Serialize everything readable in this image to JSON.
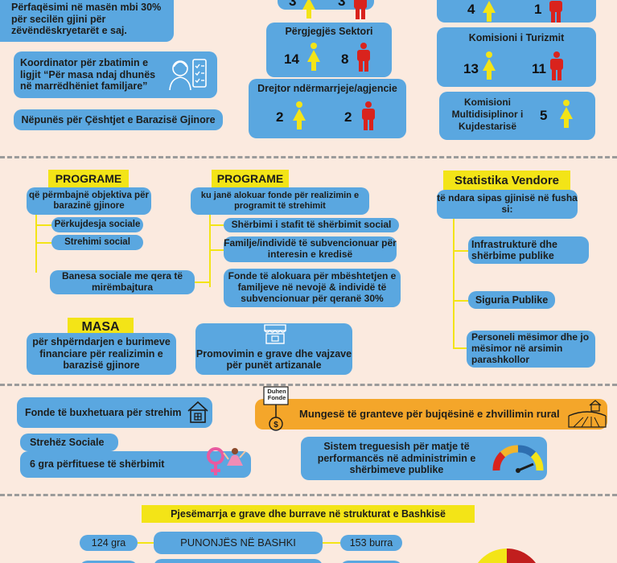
{
  "top": {
    "left": {
      "quota": "Përfaqësimi në masën mbi 30% për secilën gjini për zëvëndëskryetarët e saj.",
      "coordinator": "Koordinator për zbatimin e ligjit “Për masa ndaj dhunës në marrëdhëniet familjare”",
      "officer": "Nëpunës për Çështjet e Barazisë Gjinore"
    },
    "center": {
      "row0_f": "3",
      "row0_m": "3",
      "sector_title": "Përgjegjës Sektori",
      "sector_f": "14",
      "sector_m": "8",
      "director_title": "Drejtor ndërmarrjeje/agjencie",
      "director_f": "2",
      "director_m": "2"
    },
    "right": {
      "row0_f": "4",
      "row0_m": "1",
      "tourism_title": "Komisioni i Turizmit",
      "tourism_f": "13",
      "tourism_m": "11",
      "discipline_title": "Komisioni Multidisiplinor i Kujdestarisë",
      "discipline_f": "5"
    }
  },
  "programs1": {
    "tag": "PROGRAME",
    "desc": "që përmbajnë objektiva për barazinë gjinore",
    "items": [
      "Përkujdesja sociale",
      "Strehimi social"
    ],
    "housing": "Banesa sociale me qera të mirëmbajtura"
  },
  "programs2": {
    "tag": "PROGRAME",
    "desc": "ku janë alokuar fonde për realizimin e programit të strehimit",
    "items": [
      "Shërbimi i stafit të shërbimit social",
      "Familje/individë të subvencionuar për interesin e kredisë",
      "Fonde të alokuara për mbështetjen e familjeve në nevojë & individë të subvencionuar për qeranë 30%"
    ]
  },
  "masa": {
    "tag": "MASA",
    "desc": "për shpërndarjen e burimeve financiare për realizimin e barazisë gjinore",
    "promo": "Promovimin e grave dhe vajzave për punët artizanale"
  },
  "stats": {
    "tag": "Statistika Vendore",
    "desc": "të ndara sipas gjinisë në fusha si:",
    "items": [
      "Infrastrukturë dhe shërbime publike",
      "Siguria Publike",
      "Personeli mësimor dhe jo mësimor në arsimin parashkollor"
    ]
  },
  "funding": {
    "housing_funds": "Fonde të buxhetuara për strehim",
    "shelter": "Strehëz Sociale",
    "beneficiaries": "6 gra përfituese të shërbimit",
    "grants": "Mungesë të granteve për bujqësinë e zhvillimin rural",
    "sign": "Duhen Fonde",
    "indicators": "Sistem treguesish për matje të performancës në administrimin e shërbimeve publike"
  },
  "participation": {
    "title": "Pjesëmarrja e grave dhe burrave në strukturat e Bashkisë",
    "women": "124 gra",
    "label": "PUNONJËS NË BASHKI",
    "men": "153 burra"
  },
  "colors": {
    "background": "#fbeadf",
    "blue": "#5aa7e0",
    "yellow": "#f3e417",
    "orange": "#f4a62a",
    "female": "#f3e417",
    "male": "#d9231d"
  }
}
